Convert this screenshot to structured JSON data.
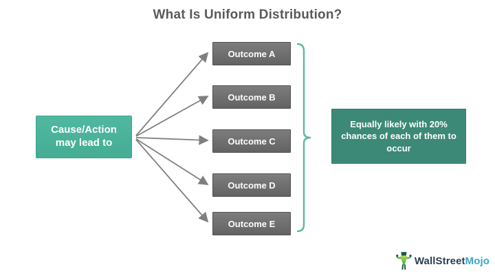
{
  "title": "What Is Uniform Distribution?",
  "cause_box": {
    "label": "Cause/Action may lead to"
  },
  "outcomes": [
    {
      "label": "Outcome A"
    },
    {
      "label": "Outcome B"
    },
    {
      "label": "Outcome C"
    },
    {
      "label": "Outcome D"
    },
    {
      "label": "Outcome E"
    }
  ],
  "result_box": {
    "label": "Equally likely with 20% chances of each of them to occur"
  },
  "logo": {
    "name": "WallStreetMojo",
    "part1": "WallStreet",
    "part2": "Mojo",
    "icon": "bull-icon"
  },
  "colors": {
    "cause_teal": "#45ad94",
    "result_teal": "#3c8977",
    "outcome_gray": "#6e6e6e",
    "brace_teal": "#5cb7a5",
    "arrow_gray": "#7f7f7f",
    "title_gray": "#595959",
    "logo_navy": "#2b3f52",
    "logo_blue": "#38a6c8"
  }
}
